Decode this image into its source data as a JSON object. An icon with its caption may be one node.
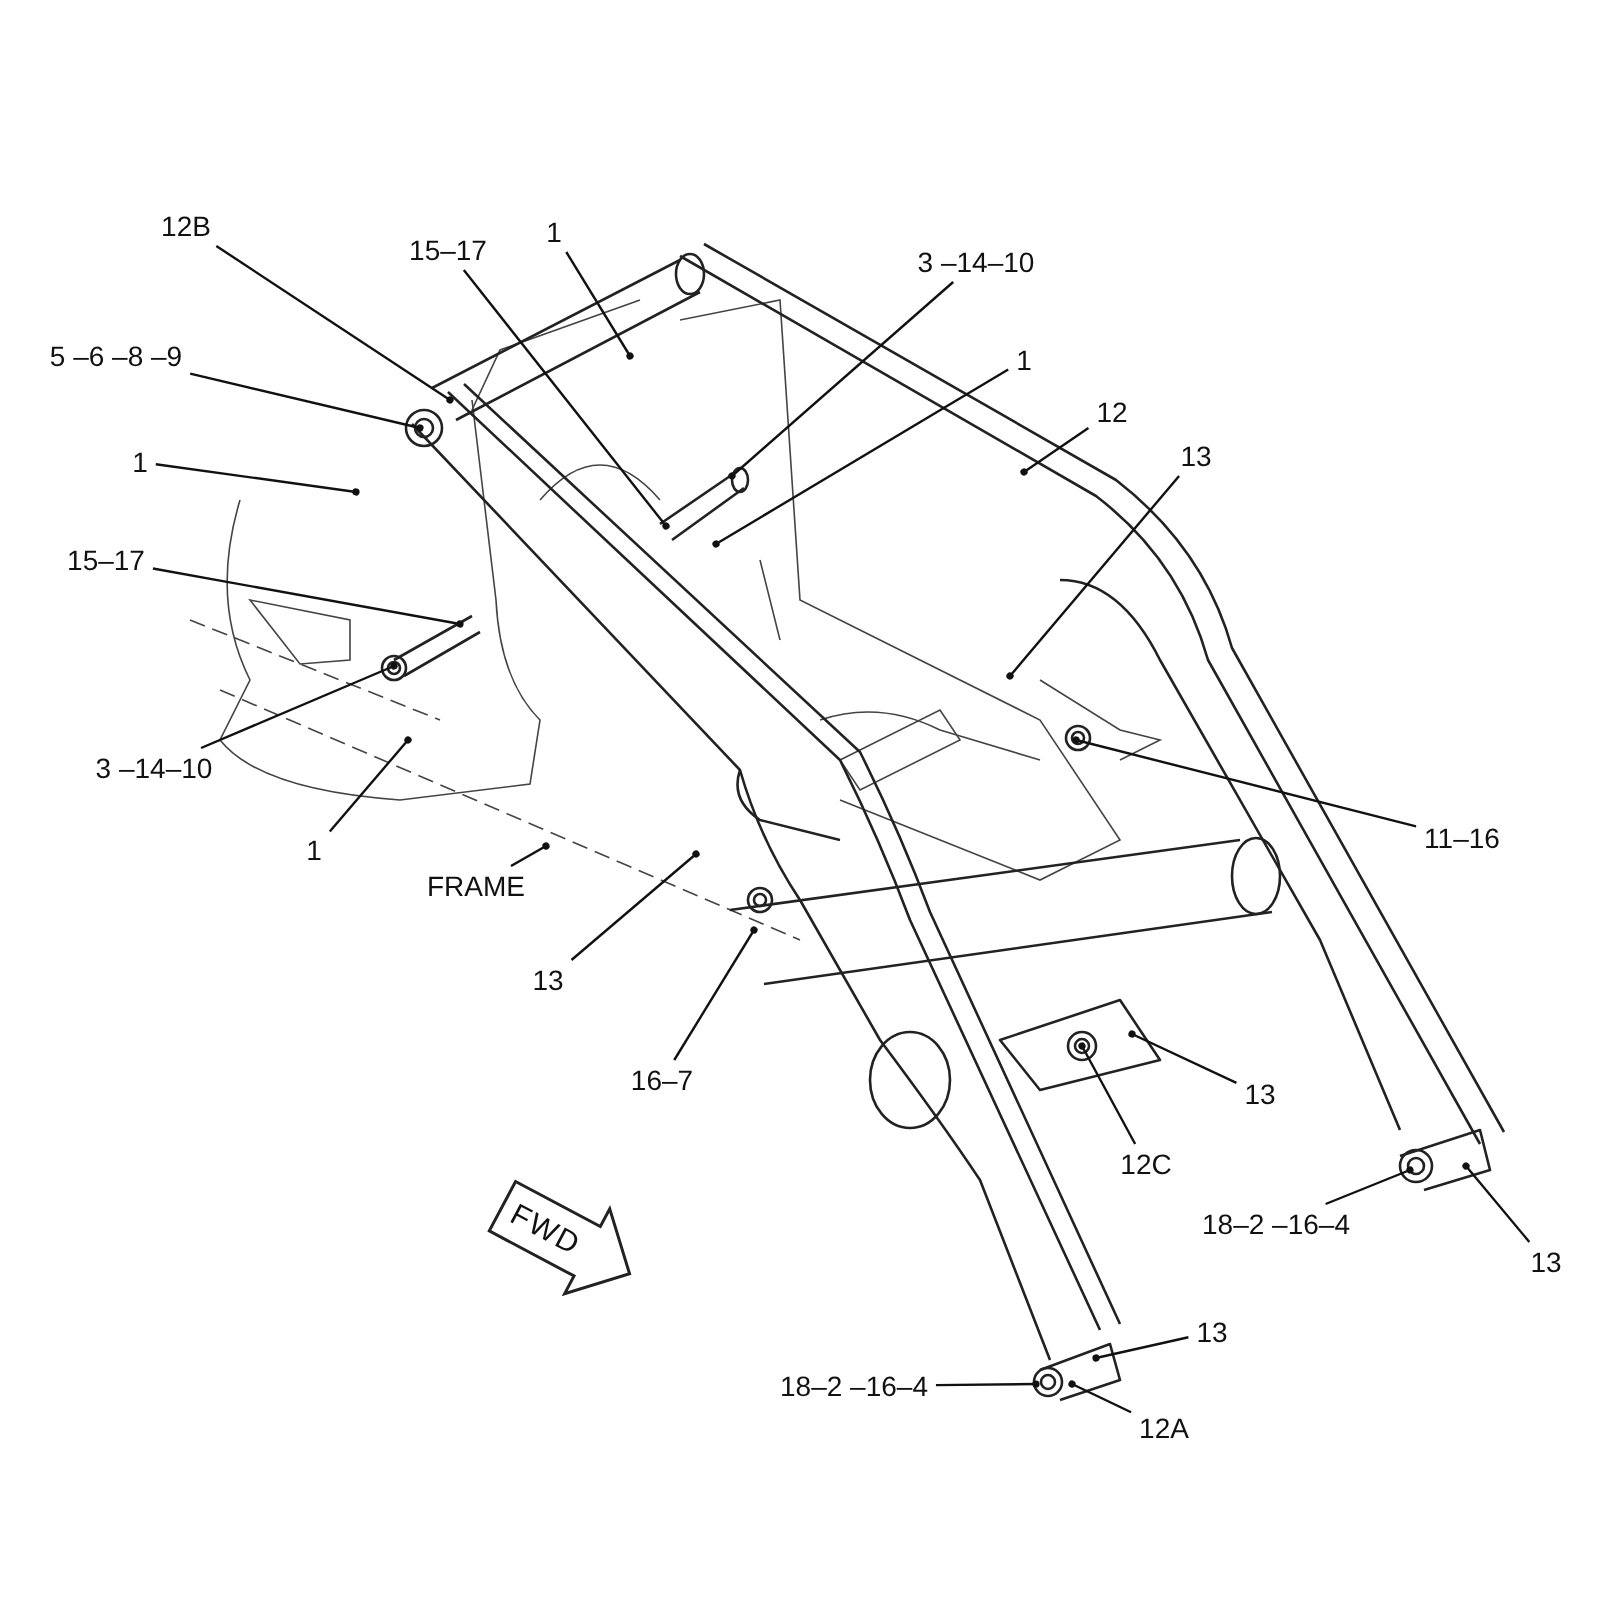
{
  "diagram": {
    "nodes": [
      {
        "text": [
          "12B"
        ]
      },
      {
        "text": [
          "15–17"
        ]
      },
      {
        "text": [
          "1"
        ]
      },
      {
        "text": [
          "3 –14–10"
        ]
      },
      {
        "text": [
          "1"
        ]
      },
      {
        "text": [
          "12"
        ]
      },
      {
        "text": [
          "13"
        ]
      },
      {
        "text": [
          "5 –6 –8 –9"
        ]
      },
      {
        "text": [
          "1"
        ]
      },
      {
        "text": [
          "15–17"
        ]
      },
      {
        "text": [
          "3 –14–10"
        ]
      },
      {
        "text": [
          "1"
        ]
      },
      {
        "text": [
          "FRAME"
        ]
      },
      {
        "text": [
          "11–16"
        ]
      },
      {
        "text": [
          "13"
        ]
      },
      {
        "text": [
          "16–7"
        ]
      },
      {
        "text": [
          "13"
        ]
      },
      {
        "text": [
          "12C"
        ]
      },
      {
        "text": [
          "18–2 –16–4"
        ]
      },
      {
        "text": [
          "13"
        ]
      },
      {
        "text": [
          "13"
        ]
      },
      {
        "text": [
          "18–2 –16–4"
        ]
      },
      {
        "text": [
          "12A"
        ]
      },
      {
        "text": [
          "FWD"
        ]
      }
    ],
    "edges": [
      {
        "from": 0,
        "to": null,
        "arrow": "other"
      },
      {
        "from": 1,
        "to": null,
        "arrow": "other"
      },
      {
        "from": 2,
        "to": null,
        "arrow": "other"
      },
      {
        "from": 3,
        "to": null,
        "arrow": "other"
      },
      {
        "from": 4,
        "to": null,
        "arrow": "other"
      },
      {
        "from": 5,
        "to": null,
        "arrow": "other"
      },
      {
        "from": 6,
        "to": null,
        "arrow": "other"
      },
      {
        "from": 7,
        "to": null,
        "arrow": "other"
      },
      {
        "from": 8,
        "to": null,
        "arrow": "other"
      },
      {
        "from": 9,
        "to": null,
        "arrow": "other"
      },
      {
        "from": 10,
        "to": null,
        "arrow": "other"
      },
      {
        "from": 11,
        "to": null,
        "arrow": "other"
      },
      {
        "from": 12,
        "to": null,
        "arrow": "other"
      },
      {
        "from": 13,
        "to": null,
        "arrow": "other"
      },
      {
        "from": 14,
        "to": null,
        "arrow": "other"
      },
      {
        "from": 15,
        "to": null,
        "arrow": "other"
      },
      {
        "from": 16,
        "to": null,
        "arrow": "other"
      },
      {
        "from": 17,
        "to": null,
        "arrow": "other"
      },
      {
        "from": 18,
        "to": null,
        "arrow": "other"
      },
      {
        "from": 19,
        "to": null,
        "arrow": "other"
      },
      {
        "from": 20,
        "to": null,
        "arrow": "other"
      },
      {
        "from": 21,
        "to": null,
        "arrow": "other"
      },
      {
        "from": 22,
        "to": null,
        "arrow": "other"
      }
    ]
  }
}
